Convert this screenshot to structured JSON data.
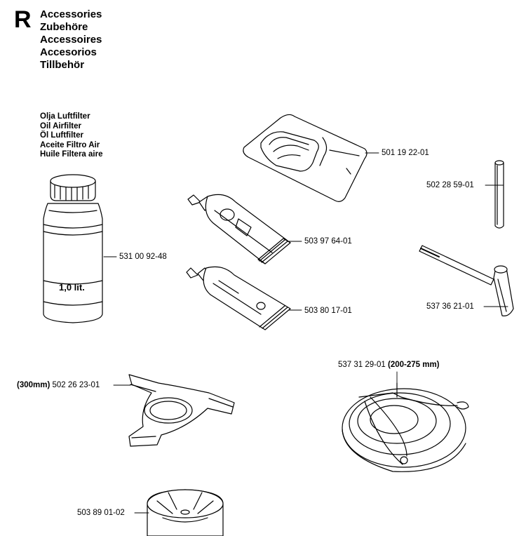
{
  "header": {
    "section_letter": "R",
    "titles": [
      "Accessories",
      "Zubehöre",
      "Accessoires",
      "Accesorios",
      "Tillbehör"
    ]
  },
  "oil_labels": [
    "Olja Luftfilter",
    "Oil Airfilter",
    "Öl Luftfilter",
    "Aceite Filtro Air",
    "Huile Filtera aire"
  ],
  "bottle_text": "1,0 lit.",
  "parts": [
    {
      "id": "cloth",
      "number": "501 19 22-01"
    },
    {
      "id": "rod",
      "number": "502 28 59-01"
    },
    {
      "id": "tube-1",
      "number": "503 97 64-01"
    },
    {
      "id": "bottle",
      "number": "531 00 92-48"
    },
    {
      "id": "wrench",
      "number": "537 36 21-01"
    },
    {
      "id": "tube-2",
      "number": "503 80 17-01"
    },
    {
      "id": "cap",
      "prefix": "",
      "number": "537 31 29-01",
      "suffix": "(200-275 mm)"
    },
    {
      "id": "guard",
      "prefix": "(300mm)",
      "number": "502 26 23-01",
      "suffix": ""
    },
    {
      "id": "spool",
      "number": "503 89 01-02"
    }
  ]
}
